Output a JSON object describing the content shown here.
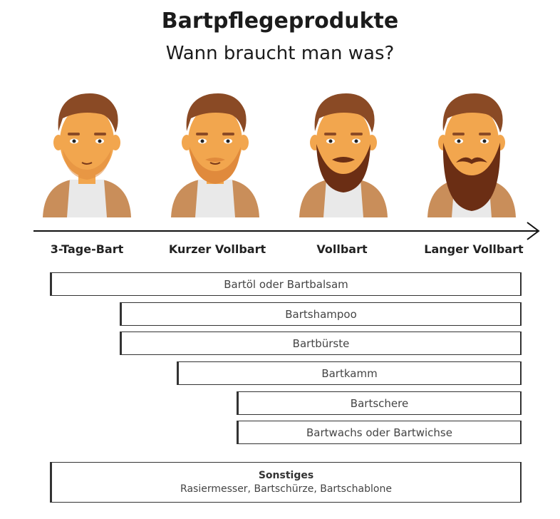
{
  "title": "Bartpflegeprodukte",
  "subtitle": "Wann braucht man was?",
  "stages": [
    {
      "label": "3-Tage-Bart"
    },
    {
      "label": "Kurzer Vollbart"
    },
    {
      "label": "Vollbart"
    },
    {
      "label": "Langer Vollbart"
    }
  ],
  "products": [
    {
      "label": "Bartöl oder Bartbalsam",
      "from_stage": 1,
      "to_stage": 4
    },
    {
      "label": "Bartshampoo",
      "from_stage": 2,
      "to_stage": 4
    },
    {
      "label": "Bartbürste",
      "from_stage": 2,
      "to_stage": 4
    },
    {
      "label": "Bartkamm",
      "from_stage": 2.5,
      "to_stage": 4
    },
    {
      "label": "Bartschere",
      "from_stage": 3,
      "to_stage": 4
    },
    {
      "label": "Bartwachs oder Bartwichse",
      "from_stage": 3,
      "to_stage": 4
    }
  ],
  "misc": {
    "title": "Sonstiges",
    "items": "Rasiermesser, Bartschürze, Bartschablone"
  },
  "colors": {
    "hair": "#8a4a25",
    "skin": "#f2a64e",
    "beard_light": "#e08a3c",
    "beard_dark": "#6b2e14",
    "shirt": "#e9e9e9",
    "jacket": "#c98e5a"
  }
}
